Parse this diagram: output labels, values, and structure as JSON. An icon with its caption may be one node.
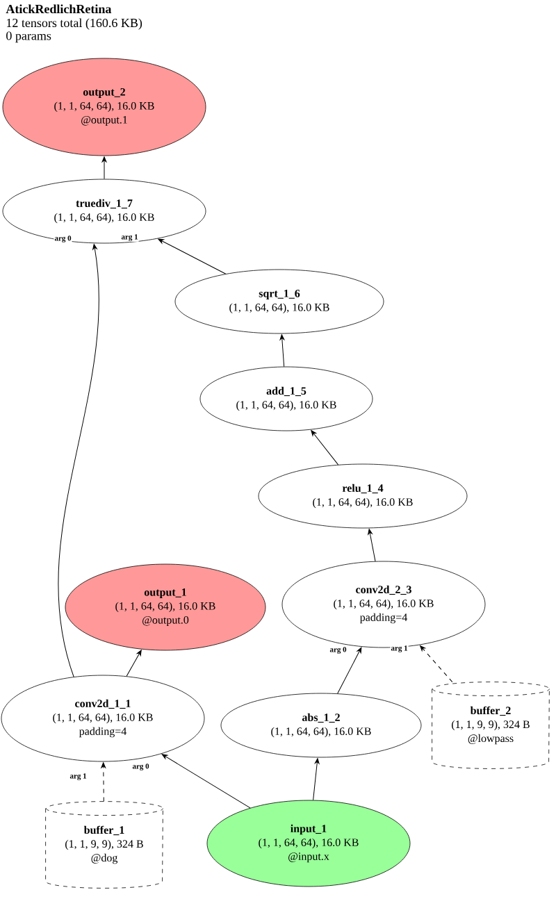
{
  "diagram": {
    "title": "AtickRedlichRetina",
    "nodes": [
      {
        "text": [
          "output_2",
          "(1, 1, 64, 64), 16.0 KB",
          "@output.1"
        ]
      },
      {
        "text": [
          "truediv_1_7",
          "(1, 1, 64, 64), 16.0 KB"
        ]
      },
      {
        "text": [
          "sqrt_1_6",
          "(1, 1, 64, 64), 16.0 KB"
        ]
      },
      {
        "text": [
          "add_1_5",
          "(1, 1, 64, 64), 16.0 KB"
        ]
      },
      {
        "text": [
          "relu_1_4",
          "(1, 1, 64, 64), 16.0 KB"
        ]
      },
      {
        "text": [
          "output_1",
          "(1, 1, 64, 64), 16.0 KB",
          "@output.0"
        ]
      },
      {
        "text": [
          "conv2d_2_3",
          "(1, 1, 64, 64), 16.0 KB",
          "padding=4"
        ]
      },
      {
        "text": [
          "conv2d_1_1",
          "(1, 1, 64, 64), 16.0 KB",
          "padding=4"
        ]
      },
      {
        "text": [
          "abs_1_2",
          "(1, 1, 64, 64), 16.0 KB"
        ]
      },
      {
        "text": [
          "buffer_2",
          "(1, 1, 9, 9), 324 B",
          "@lowpass"
        ]
      },
      {
        "text": [
          "buffer_1",
          "(1, 1, 9, 9), 324 B",
          "@dog"
        ]
      },
      {
        "text": [
          "input_1",
          "(1, 1, 64, 64), 16.0 KB",
          "@input.x"
        ]
      }
    ],
    "edges": [
      {
        "from": 1,
        "to": 0,
        "arrow": "to"
      },
      {
        "from": 7,
        "to": 1,
        "arrow": "to",
        "label": "arg 0"
      },
      {
        "from": 2,
        "to": 1,
        "arrow": "to",
        "label": "arg 1"
      },
      {
        "from": 3,
        "to": 2,
        "arrow": "to"
      },
      {
        "from": 4,
        "to": 3,
        "arrow": "to"
      },
      {
        "from": 6,
        "to": 4,
        "arrow": "to"
      },
      {
        "from": 7,
        "to": 5,
        "arrow": "to"
      },
      {
        "from": 8,
        "to": 6,
        "arrow": "to",
        "label": "arg 0"
      },
      {
        "from": 9,
        "to": 6,
        "arrow": "to",
        "label": "arg 1",
        "style": "dashed"
      },
      {
        "from": 11,
        "to": 8,
        "arrow": "to"
      },
      {
        "from": 10,
        "to": 7,
        "arrow": "to",
        "label": "arg 1",
        "style": "dashed"
      },
      {
        "from": 11,
        "to": 7,
        "arrow": "to",
        "label": "arg 0"
      }
    ],
    "labels": [
      "12 tensors total (160.6 KB)",
      "0 params"
    ]
  }
}
